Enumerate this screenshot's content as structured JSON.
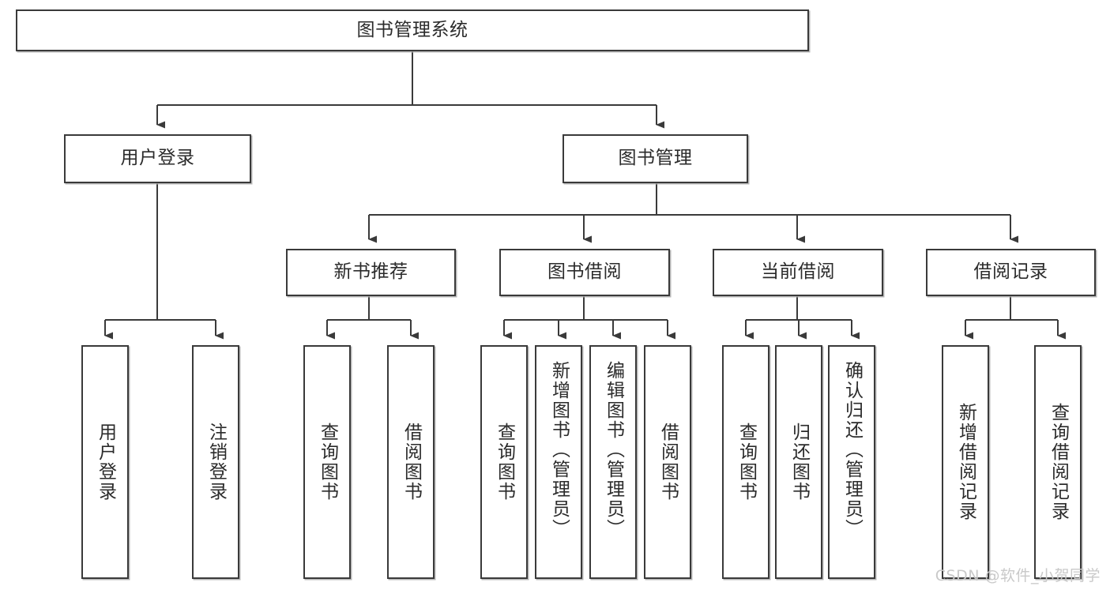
{
  "diagram": {
    "title": "图书管理系统",
    "type": "tree",
    "orientation": "top-down",
    "line_color": "#3a3a3a",
    "box_fill": "#ffffff",
    "box_stroke": "#3a3a3a",
    "text_color": "#2b2b2b",
    "root": {
      "id": "root",
      "label": "图书管理系统"
    },
    "level2": [
      {
        "id": "user-login",
        "label": "用户登录"
      },
      {
        "id": "book-manage",
        "label": "图书管理"
      }
    ],
    "level3": [
      {
        "id": "new-book-rec",
        "label": "新书推荐",
        "parent": "book-manage"
      },
      {
        "id": "book-borrow",
        "label": "图书借阅",
        "parent": "book-manage"
      },
      {
        "id": "current-borrow",
        "label": "当前借阅",
        "parent": "book-manage"
      },
      {
        "id": "borrow-record",
        "label": "借阅记录",
        "parent": "book-manage"
      }
    ],
    "leaves": [
      {
        "id": "leaf-user-login",
        "label": "用户登录",
        "parent": "user-login"
      },
      {
        "id": "leaf-user-logout",
        "label": "注销登录",
        "parent": "user-login"
      },
      {
        "id": "leaf-query-book-1",
        "label": "查询图书",
        "parent": "new-book-rec"
      },
      {
        "id": "leaf-borrow-book-1",
        "label": "借阅图书",
        "parent": "new-book-rec"
      },
      {
        "id": "leaf-query-book-2",
        "label": "查询图书",
        "parent": "book-borrow"
      },
      {
        "id": "leaf-add-book",
        "label": "新增图书（管理员）",
        "parent": "book-borrow"
      },
      {
        "id": "leaf-edit-book",
        "label": "编辑图书（管理员）",
        "parent": "book-borrow"
      },
      {
        "id": "leaf-borrow-book-2",
        "label": "借阅图书",
        "parent": "book-borrow"
      },
      {
        "id": "leaf-query-book-3",
        "label": "查询图书",
        "parent": "current-borrow"
      },
      {
        "id": "leaf-return-book",
        "label": "归还图书",
        "parent": "current-borrow"
      },
      {
        "id": "leaf-confirm-return",
        "label": "确认归还（管理员）",
        "parent": "current-borrow"
      },
      {
        "id": "leaf-add-record",
        "label": "新增借阅记录",
        "parent": "borrow-record"
      },
      {
        "id": "leaf-query-record",
        "label": "查询借阅记录",
        "parent": "borrow-record"
      }
    ]
  },
  "watermark": {
    "text": "CSDN @软件_小贺同学"
  }
}
